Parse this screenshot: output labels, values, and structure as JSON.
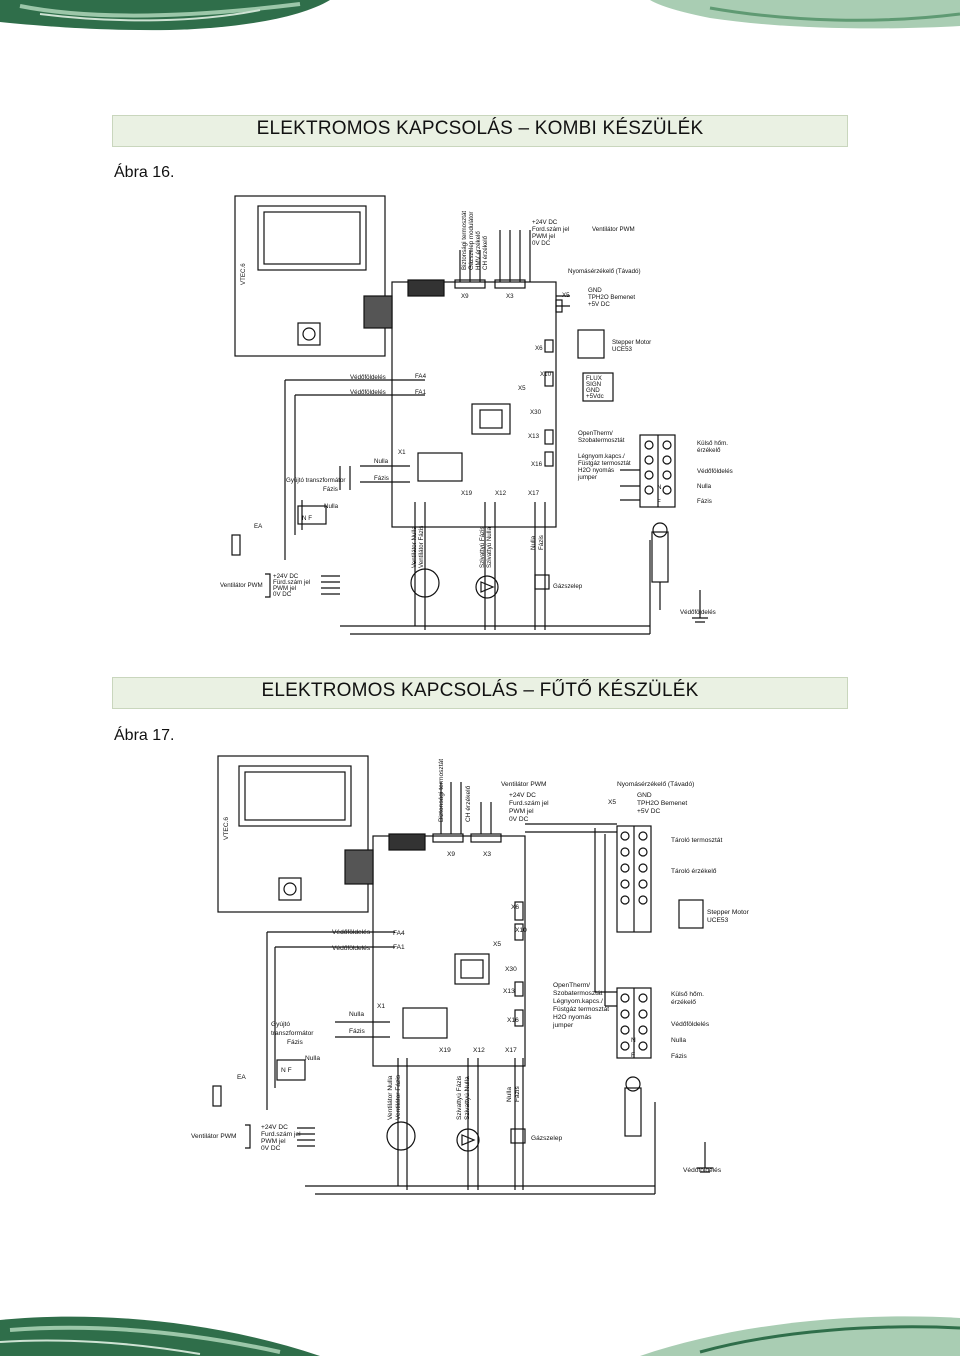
{
  "page": {
    "sections": [
      {
        "title": "ELEKTROMOS KAPCSOLÁS – KOMBI KÉSZÜLÉK",
        "figure": "Ábra 16."
      },
      {
        "title": "ELEKTROMOS KAPCSOLÁS – FŰTŐ KÉSZÜLÉK",
        "figure": "Ábra 17."
      }
    ],
    "colors": {
      "bar": "#eaf1e3",
      "leaf_dark": "#2f6e4a",
      "leaf_light": "#9cc7a9",
      "line": "#111111"
    }
  },
  "diagram1": {
    "board": "VTEC.6",
    "connectors": [
      "X9",
      "X3",
      "X5",
      "X6",
      "X10",
      "X5",
      "X30",
      "X13",
      "X16",
      "X1",
      "X19",
      "X12",
      "X17",
      "FA4",
      "FA1"
    ],
    "top_labels": [
      "Biztonsági termosztát",
      "Gázszelep modulátor",
      "HMV érzékelő",
      "CH érzékelő"
    ],
    "fan_header": [
      "+24V DC",
      "Ford.szám jel",
      "PWM jel",
      "0V DC"
    ],
    "fan_label": "Ventilátor PWM",
    "pressure_title": "Nyomásérzékelő (Távadó)",
    "pressure_lines": [
      "GND",
      "TPH2O Bemenet",
      "+5V DC"
    ],
    "stepper": [
      "Stepper Motor",
      "UCE53"
    ],
    "flux": [
      "FLUX",
      "SIGN",
      "GND",
      "+5Vdc"
    ],
    "earth1": "Védőföldelés",
    "earth2": "Védőföldelés",
    "opentherm": [
      "OpenTherm/",
      "Szobatermosztát"
    ],
    "airpress": [
      "Légnyom.kapcs./",
      "Füstgáz termosztát",
      "H2O nyomás",
      "jumper"
    ],
    "right_labels": [
      "Külső hőm.",
      "érzékelő",
      "Védőföldelés",
      "Nulla",
      "Fázis"
    ],
    "terminal_letters": [
      "N",
      "F"
    ],
    "nulla": "Nulla",
    "fazis": "Fázis",
    "transformer": "Gyújtó transzformátor",
    "transformer_fazis": "Fázis",
    "nulla2": "Nulla",
    "nf": "N F",
    "ea": "EA",
    "fan_bottom_lines": [
      "+24V DC",
      "Fürd.szám jel",
      "PWM jel",
      "0V DC"
    ],
    "fan_bottom_label": "Ventilátor PWM",
    "bottom_fan": [
      "Ventilátor Nulla",
      "Ventilátor Fázis"
    ],
    "bottom_pump": [
      "Szivattyú Fázis",
      "Szivattyú Nulla"
    ],
    "bottom_nf": [
      "Nulla",
      "Fázis"
    ],
    "gas_valve": "Gázszelep",
    "earth_bottom": "Védőföldelés"
  },
  "diagram2": {
    "board": "VTEC.6",
    "connectors": [
      "X9",
      "X3",
      "X5",
      "X6",
      "X10",
      "X5",
      "X30",
      "X13",
      "X16",
      "X1",
      "X19",
      "X12",
      "X17",
      "FA4",
      "FA1"
    ],
    "top_labels": [
      "Biztonsági termosztát",
      "CH érzékelő"
    ],
    "fan_label": "Ventilátor PWM",
    "fan_header": [
      "+24V DC",
      "Furd.szám jel",
      "PWM jel",
      "0V DC"
    ],
    "pressure_title": "Nyomásérzékelő (Távadó)",
    "pressure_lines": [
      "GND",
      "TPH2O Bemenet",
      "+5V DC"
    ],
    "tank_thermostat": "Tároló termosztát",
    "tank_sensor": "Tároló érzékelő",
    "stepper": [
      "Stepper Motor",
      "UCE53"
    ],
    "earth1": "Védőföldelés",
    "earth2": "Védőföldelés",
    "opentherm": [
      "OpenTherm/",
      "Szobatermosztát",
      "Légnyom.kapcs./",
      "Füstgáz termosztát",
      "H2O nyomás",
      "jumper"
    ],
    "right_labels": [
      "Külső hőm.",
      "érzékelő",
      "Védőföldelés",
      "Nulla",
      "Fázis"
    ],
    "terminal_letters": [
      "N",
      "F"
    ],
    "nulla": "Nulla",
    "fazis": "Fázis",
    "transformer": [
      "Gyújtó",
      "transzformátor",
      "Fázis"
    ],
    "nulla2": "Nulla",
    "nf": "N F",
    "ea": "EA",
    "fan_bottom_lines": [
      "+24V DC",
      "Furd.szám jel",
      "PWM jel",
      "0V DC"
    ],
    "fan_bottom_label": "Ventilátor PWM",
    "bottom_fan": [
      "Ventilátor Nulla",
      "Ventilátor Fázis"
    ],
    "bottom_pump": [
      "Szivattyú Fázis",
      "Szivattyú Nulla"
    ],
    "bottom_nf": [
      "Nulla",
      "Fázis"
    ],
    "gas_valve": "Gázszelep",
    "earth_bottom": "Védőföldelés"
  }
}
